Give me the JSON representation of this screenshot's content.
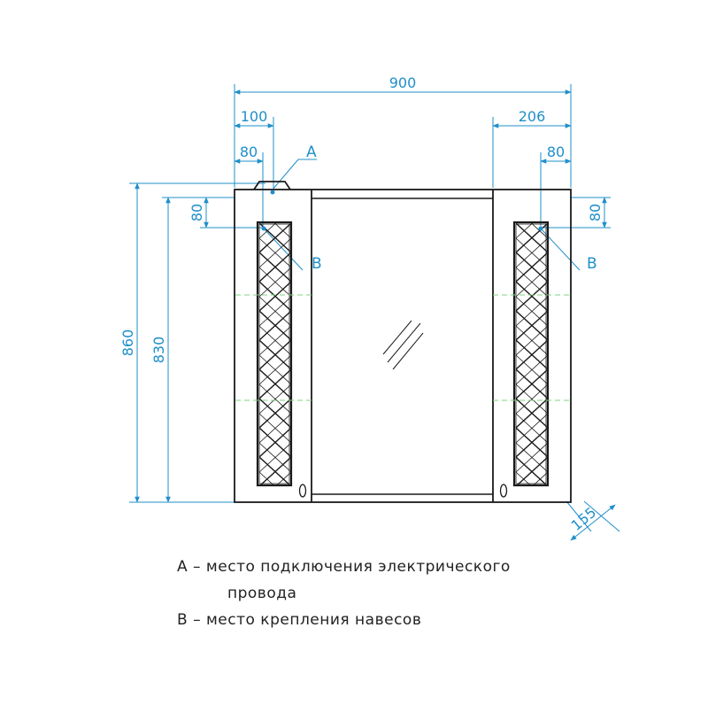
{
  "dimensions": {
    "width_total": "900",
    "left_offset": "100",
    "left_hole": "80",
    "right_offset": "206",
    "right_hole": "80",
    "height_total": "860",
    "height_inner": "830",
    "left_vertical_hole": "80",
    "right_vertical_hole": "80",
    "depth": "155"
  },
  "callouts": {
    "a_label": "A",
    "b_left_label": "B",
    "b_right_label": "B"
  },
  "legend": {
    "a_line1": "A – место подключения электрического",
    "a_line2": "провода",
    "b_line": "B – место крепления навесов"
  },
  "colors": {
    "dimension": "#1f8fc9",
    "outline": "#1a1a1a",
    "hidden_line": "#7fd37f"
  }
}
